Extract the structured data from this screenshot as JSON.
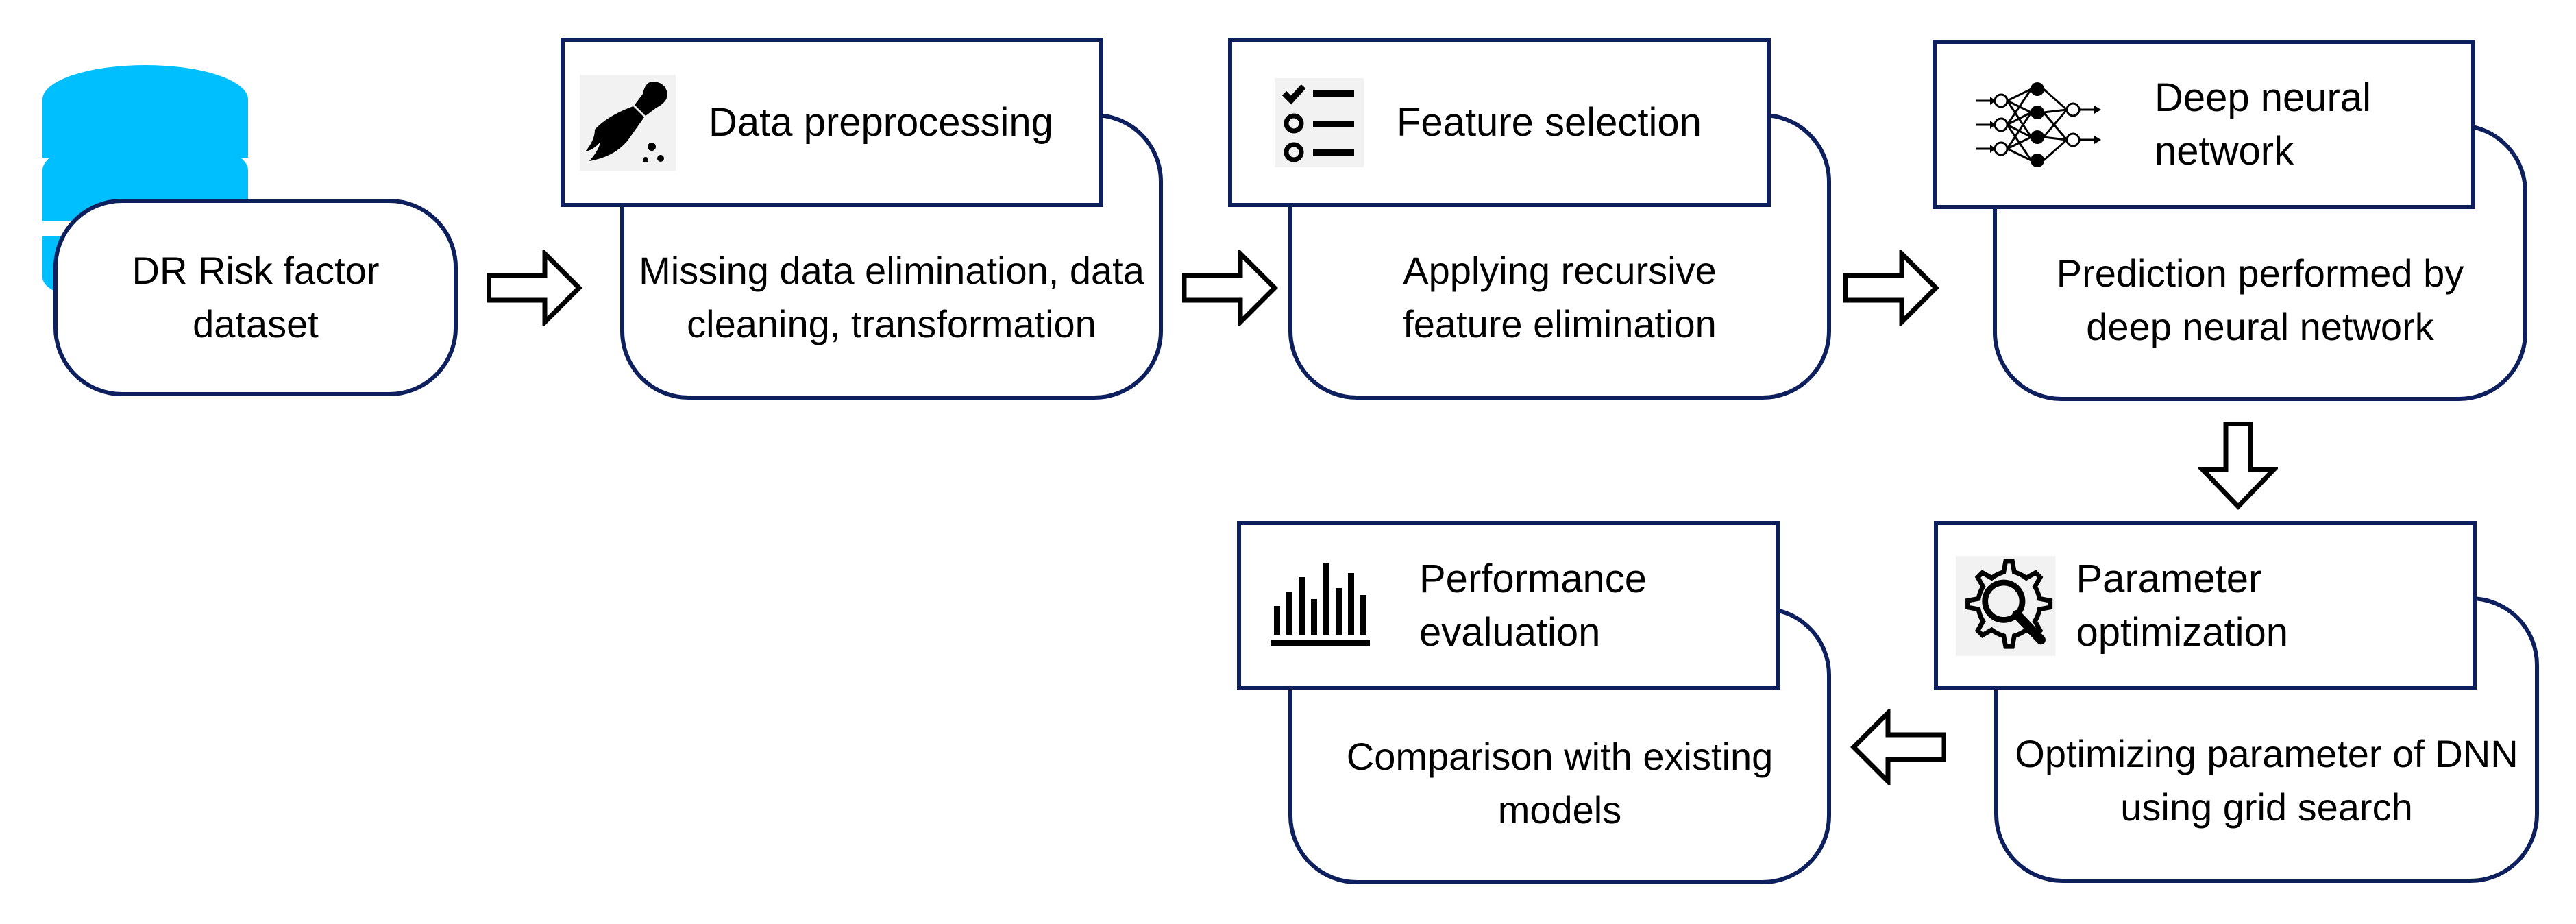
{
  "colors": {
    "border": "#0d1f5c",
    "database": "#00bfff",
    "arrow_stroke": "#000000"
  },
  "dataset": {
    "label": "DR Risk factor\ndataset",
    "icon": "database-icon"
  },
  "steps": [
    {
      "title": "Data preprocessing",
      "body": "Missing data elimination, data\ncleaning, transformation",
      "icon": "broom-icon"
    },
    {
      "title": "Feature selection",
      "body": "Applying recursive\nfeature elimination",
      "icon": "checklist-icon"
    },
    {
      "title": "Deep neural\nnetwork",
      "body": "Prediction performed by\ndeep neural network",
      "icon": "neural-network-icon"
    },
    {
      "title": "Parameter optimization",
      "body": "Optimizing parameter of DNN\nusing grid search",
      "icon": "gear-search-icon"
    },
    {
      "title": "Performance\nevaluation",
      "body": "Comparison with existing\nmodels",
      "icon": "bar-chart-icon"
    }
  ]
}
